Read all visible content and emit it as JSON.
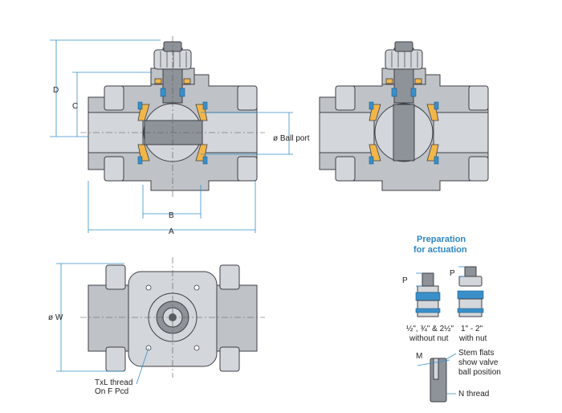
{
  "labels": {
    "D": "D",
    "C": "C",
    "B": "B",
    "A": "A",
    "ball_port": "ø Ball port",
    "W": "ø W",
    "txl_line1": "TxL thread",
    "txl_line2": "On F Pcd"
  },
  "actuation": {
    "title_line1": "Preparation",
    "title_line2": "for actuation",
    "p_left": "P",
    "p_right": "P",
    "caption_left_line1": "½\", ¾\" & 2½\"",
    "caption_left_line2": "without nut",
    "caption_right_line1": "1\" - 2\"",
    "caption_right_line2": "with nut",
    "m_label": "M",
    "stem_line1": "Stem flats",
    "stem_line2": "show valve",
    "stem_line3": "ball position",
    "n_thread": "N thread"
  },
  "colors": {
    "dimension": "#3a8fc9",
    "body": "#bfc3c8",
    "seat": "#f2b648",
    "oring": "#3a8fc9",
    "title": "#2f86c4"
  }
}
